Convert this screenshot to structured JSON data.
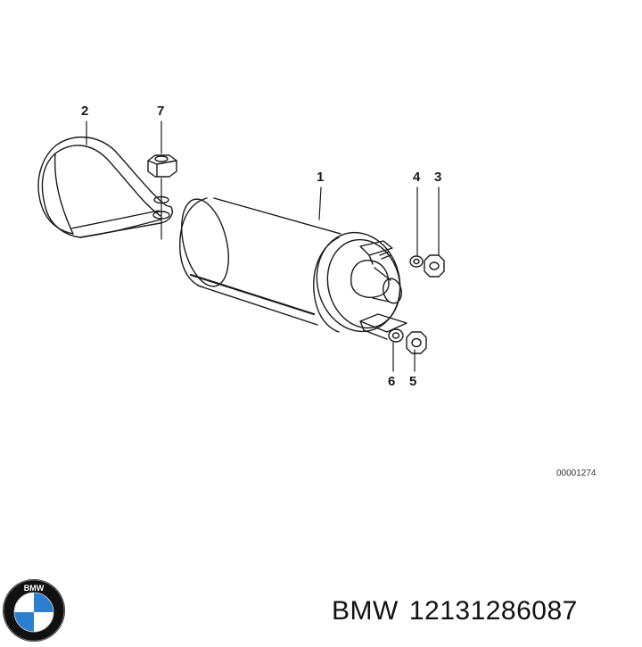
{
  "diagram": {
    "callouts": [
      {
        "id": "c1",
        "label": "1"
      },
      {
        "id": "c2",
        "label": "2"
      },
      {
        "id": "c3",
        "label": "3"
      },
      {
        "id": "c4",
        "label": "4"
      },
      {
        "id": "c5",
        "label": "5"
      },
      {
        "id": "c6",
        "label": "6"
      },
      {
        "id": "c7",
        "label": "7"
      }
    ],
    "drawing_code": "00001274"
  },
  "caption": {
    "brand": "BMW",
    "part_number": "12131286087"
  },
  "logo": {
    "lettering": "BMW",
    "icon": "bmw-roundel-logo",
    "colors": {
      "blue": "#2b7fd0",
      "ring": "#111111",
      "white": "#ffffff"
    }
  }
}
